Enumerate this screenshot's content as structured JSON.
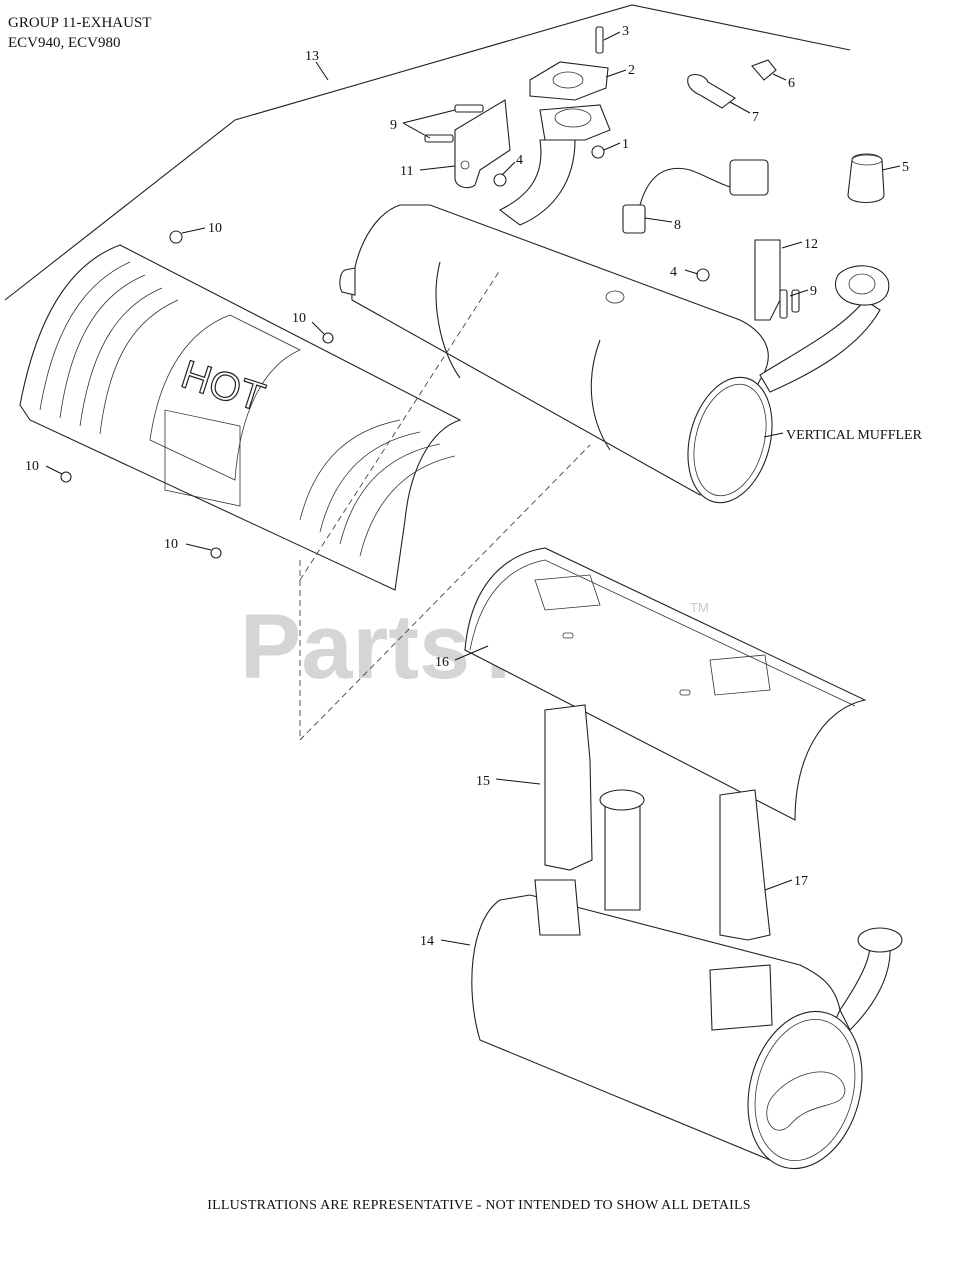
{
  "header": {
    "title": "GROUP 11-EXHAUST",
    "models": "ECV940, ECV980"
  },
  "footer": {
    "note": "ILLUSTRATIONS ARE REPRESENTATIVE - NOT INTENDED TO SHOW ALL DETAILS"
  },
  "watermark": {
    "text": "PartsTree",
    "tm": "TM"
  },
  "diagram": {
    "heat_shield_text": "HOT",
    "callouts": [
      {
        "id": "c1",
        "label": "1"
      },
      {
        "id": "c2",
        "label": "2"
      },
      {
        "id": "c3",
        "label": "3"
      },
      {
        "id": "c4a",
        "label": "4"
      },
      {
        "id": "c4b",
        "label": "4"
      },
      {
        "id": "c5",
        "label": "5"
      },
      {
        "id": "c6",
        "label": "6"
      },
      {
        "id": "c7",
        "label": "7"
      },
      {
        "id": "c8",
        "label": "8"
      },
      {
        "id": "c9a",
        "label": "9"
      },
      {
        "id": "c9b",
        "label": "9"
      },
      {
        "id": "c10a",
        "label": "10"
      },
      {
        "id": "c10b",
        "label": "10"
      },
      {
        "id": "c10c",
        "label": "10"
      },
      {
        "id": "c10d",
        "label": "10"
      },
      {
        "id": "c11",
        "label": "11"
      },
      {
        "id": "c12",
        "label": "12"
      },
      {
        "id": "c13",
        "label": "13"
      },
      {
        "id": "c14",
        "label": "14"
      },
      {
        "id": "c15",
        "label": "15"
      },
      {
        "id": "c16",
        "label": "16"
      },
      {
        "id": "c17",
        "label": "17"
      },
      {
        "id": "cvm",
        "label": "VERTICAL MUFFLER"
      }
    ]
  },
  "colors": {
    "line": "#222222",
    "watermark": "#c8c8c8"
  }
}
